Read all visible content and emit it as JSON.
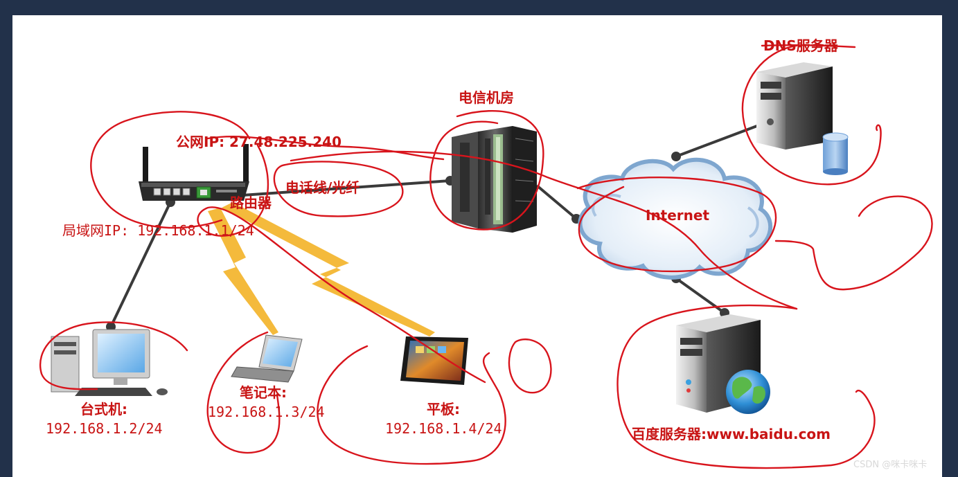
{
  "labels": {
    "dns_server": "DNS服务器",
    "telecom_room": "电信机房",
    "public_ip": "公网IP: 27.48.225.240",
    "phone_fiber": "电话线/光纤",
    "router": "路由器",
    "lan_ip": "局域网IP: 192.168.1.1/24",
    "internet": "Internet",
    "desktop_name": "台式机:",
    "desktop_ip": "192.168.1.2/24",
    "laptop_name": "笔记本:",
    "laptop_ip": "192.168.1.3/24",
    "tablet_name": "平板:",
    "tablet_ip": "192.168.1.4/24",
    "baidu_server": "百度服务器:www.baidu.com"
  },
  "watermark": "CSDN @咪卡咪卡",
  "colors": {
    "background": "#22314a",
    "panel": "#ffffff",
    "annotation_red": "#d8141c",
    "label_red": "#c81414",
    "link_gray": "#3a3a3a",
    "wireless_yellow": "#f3b327",
    "cloud_blue": "#8fb3d6"
  },
  "icons": [
    "router-icon",
    "telecom-rack-icon",
    "cloud-icon",
    "dns-server-icon",
    "database-icon",
    "desktop-icon",
    "laptop-icon",
    "tablet-icon",
    "web-server-icon",
    "globe-icon",
    "lightning-icon"
  ]
}
